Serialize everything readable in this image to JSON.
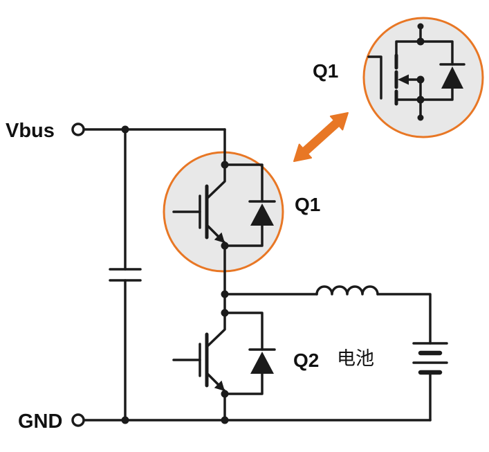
{
  "diagram": {
    "labels": {
      "vbus": "Vbus",
      "gnd": "GND",
      "q1": "Q1",
      "q2": "Q2",
      "q1_detail": "Q1",
      "battery": "电池"
    },
    "colors": {
      "accent_orange": "#E87725",
      "wire": "#1B1B1B",
      "highlight_fill": "#E8E8E8",
      "background": "#FFFFFF"
    },
    "symbols": [
      "vbus-terminal",
      "gnd-terminal",
      "capacitor",
      "igbt-q1",
      "antiparallel-diode-q1",
      "igbt-q2",
      "antiparallel-diode-q2",
      "inductor",
      "battery",
      "mosfet-q1-detail",
      "body-diode",
      "zoom-arrow",
      "q1-highlight-circle",
      "q1-zoom-circle",
      "junction-dot"
    ]
  }
}
